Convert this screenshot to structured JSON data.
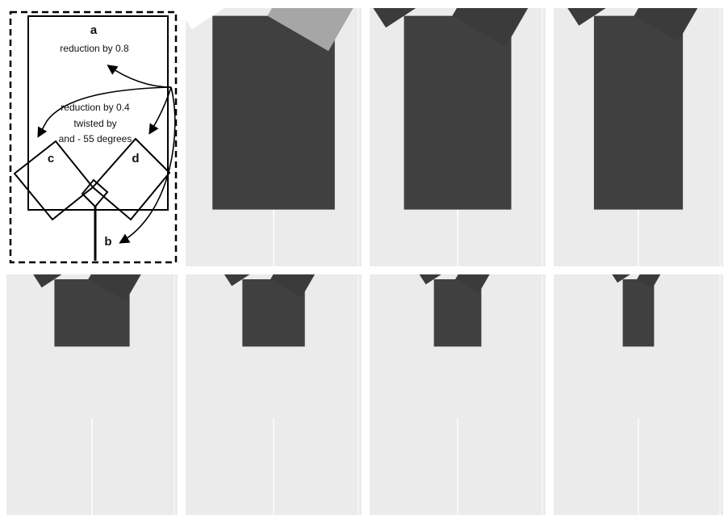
{
  "diagram": {
    "letters": {
      "a": "a",
      "b": "b",
      "c": "c",
      "d": "d"
    },
    "notes": {
      "reduction_a": "reduction by 0.8",
      "reduction_cd": "reduction by 0.4",
      "twisted_by": "twisted by",
      "and_angle": "and - 55 degrees"
    }
  },
  "colors": {
    "background": "#ffffff",
    "panel": "#ebebeb",
    "trunk": "#404040",
    "left_branch": "#ffffff",
    "right_branch": "#a6a6a6",
    "leaf": "#3b3b3b",
    "stroke": "#000000"
  },
  "iterations_shown": [
    1,
    2,
    3,
    4,
    5,
    6,
    7
  ]
}
